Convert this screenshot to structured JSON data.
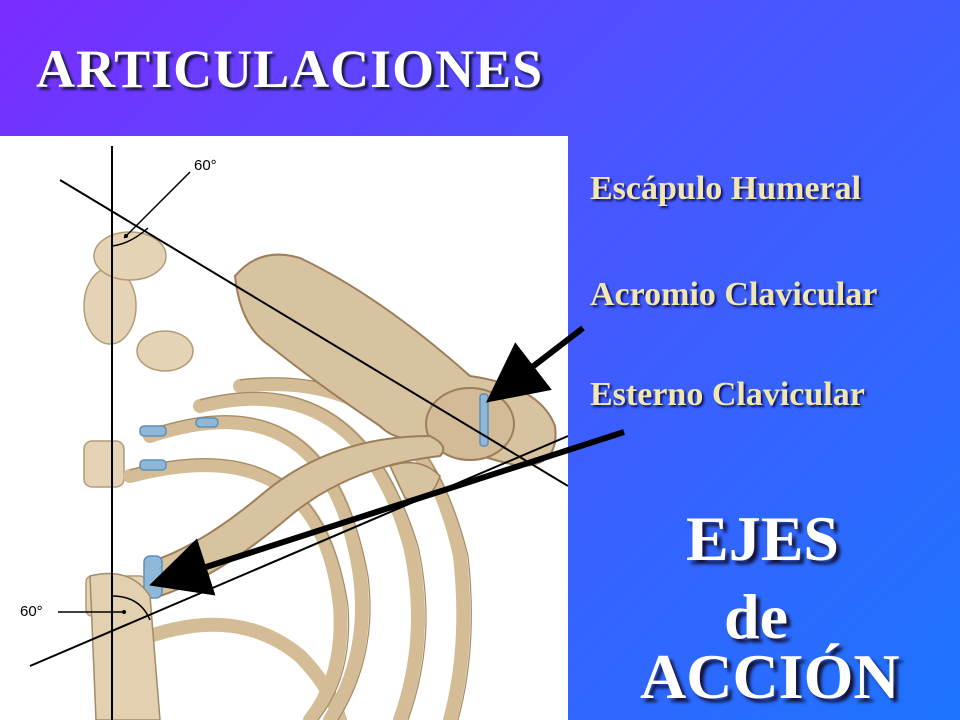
{
  "title": "ARTICULACIONES",
  "joints": [
    "Escápulo Humeral",
    "Acromio Clavicular",
    "Esterno Clavicular"
  ],
  "axes": {
    "line1": "EJES",
    "line2": "de",
    "line3": "ACCIÓN"
  },
  "figure": {
    "angle_top": "60°",
    "angle_bottom": "60°"
  },
  "colors": {
    "background_start": "#7a2cff",
    "background_end": "#1d74ff",
    "joint_text": "#f0e8b0",
    "title_text": "#ffffff",
    "bone": "#d8c3a0",
    "cartilage": "#8fb8d8"
  }
}
